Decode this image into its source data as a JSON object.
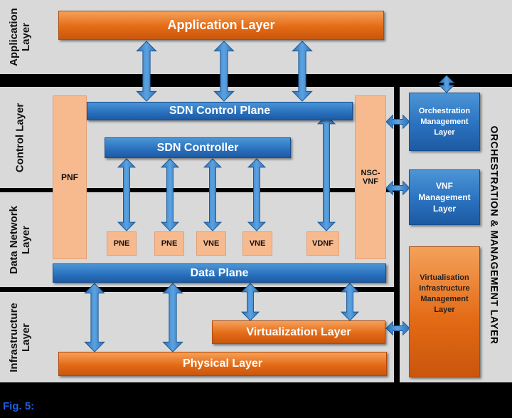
{
  "layers": {
    "application": "Application\nLayer",
    "control": "Control Layer",
    "data_network": "Data Network\nLayer",
    "infrastructure": "Infrastructure\nLayer"
  },
  "boxes": {
    "application_layer": "Application Layer",
    "sdn_control_plane": "SDN Control Plane",
    "sdn_controller": "SDN Controller",
    "pnf": "PNF",
    "nsc_vnf": "NSC-\nVNF",
    "pne_1": "PNE",
    "pne_2": "PNE",
    "vne_1": "VNE",
    "vne_2": "VNE",
    "vdnf": "VDNF",
    "data_plane": "Data Plane",
    "virtualization_layer": "Virtualization Layer",
    "physical_layer": "Physical Layer"
  },
  "management": {
    "title": "ORCHESTRATION & MANAGEMENT LAYER",
    "orchestration": "Orchestration\nManagement\nLayer",
    "vnf": "VNF\nManagement\nLayer",
    "vim": "Virtualisation\nInfrastructure\nManagement\nLayer"
  },
  "caption": "Fig. 5:",
  "colors": {
    "orange": "#e46b16",
    "blue": "#2a72bf",
    "peach": "#f7b98e",
    "band": "#d9d9d9",
    "caption": "#1f5fe0"
  }
}
